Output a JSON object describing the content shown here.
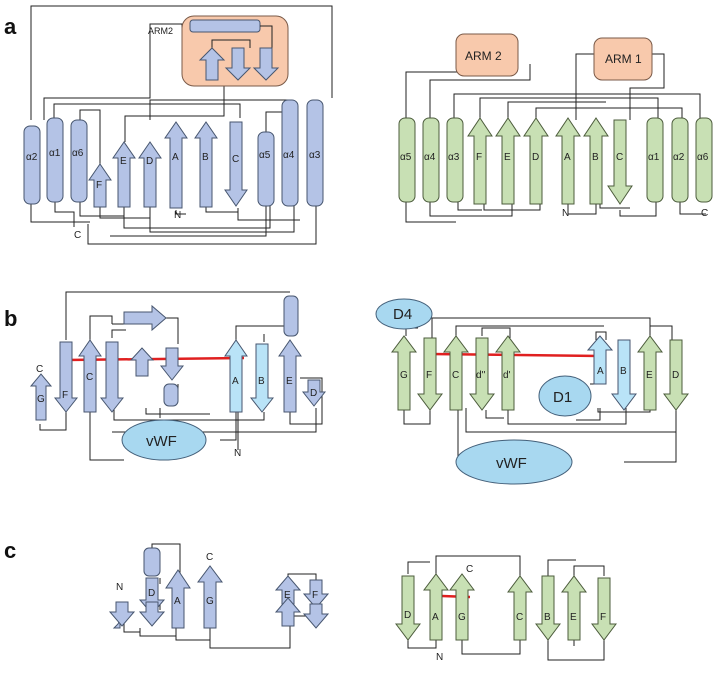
{
  "panels": {
    "a": "a",
    "b": "b",
    "c": "c"
  },
  "labels": {
    "arm2_top": "ARM2",
    "arm_2_box": "ARM 2",
    "arm_1_box": "ARM 1",
    "vwf": "vWF",
    "d4": "D4",
    "d1": "D1"
  },
  "a_left": {
    "helices": [
      "α2",
      "α1",
      "α6",
      "α5",
      "α4",
      "α3"
    ],
    "strands": [
      "F",
      "E",
      "D",
      "A",
      "B",
      "C"
    ],
    "n": "N",
    "c": "C"
  },
  "a_right": {
    "helices": [
      "α5",
      "α4",
      "α3",
      "α1",
      "α2",
      "α6"
    ],
    "strands": [
      "F",
      "E",
      "D",
      "A",
      "B",
      "C"
    ],
    "n": "N",
    "c": "C"
  },
  "b_left": {
    "strands": [
      "G",
      "F",
      "C",
      "A",
      "B",
      "E",
      "D"
    ],
    "c": "C",
    "n": "N"
  },
  "b_right": {
    "strands": [
      "G",
      "F",
      "C",
      "d''",
      "d'",
      "A",
      "B",
      "E",
      "D"
    ]
  },
  "c_left": {
    "strands": [
      "D",
      "A",
      "G",
      "E",
      "F"
    ],
    "n": "N",
    "c": "C"
  },
  "c_right": {
    "strands": [
      "D",
      "A",
      "G",
      "C",
      "B",
      "E",
      "F"
    ],
    "n": "N",
    "c": "C"
  },
  "colors": {
    "blue": "#b4c3e6",
    "light_blue": "#b9e3f7",
    "green": "#c8e0b4",
    "arm": "#f8c9ac",
    "red_line": "#e02020"
  }
}
